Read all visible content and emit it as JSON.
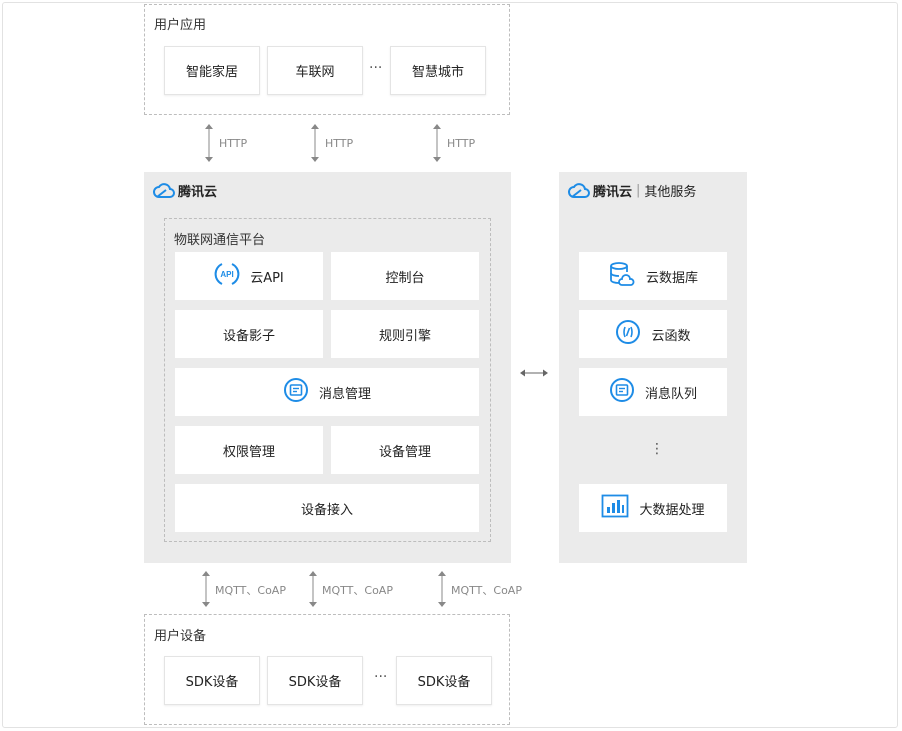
{
  "user_apps": {
    "title": "用户应用",
    "items": [
      "智能家居",
      "车联网",
      "智慧城市"
    ],
    "ellipsis": "···"
  },
  "top_protocol": [
    "HTTP",
    "HTTP",
    "HTTP"
  ],
  "tencent_cloud": {
    "brand": "腾讯云",
    "platform_title": "物联网通信平台",
    "cells": {
      "cloud_api": "云API",
      "api_badge": "API",
      "console": "控制台",
      "device_shadow": "设备影子",
      "rule_engine": "规则引擎",
      "message_mgmt": "消息管理",
      "permission_mgmt": "权限管理",
      "device_mgmt": "设备管理",
      "device_access": "设备接入"
    }
  },
  "other_services": {
    "brand": "腾讯云",
    "separator": "|",
    "subtitle": "其他服务",
    "items": [
      "云数据库",
      "云函数",
      "消息队列",
      "大数据处理"
    ],
    "ellipsis": "⋮"
  },
  "bottom_protocol": [
    "MQTT、CoAP",
    "MQTT、CoAP",
    "MQTT、CoAP"
  ],
  "user_devices": {
    "title": "用户设备",
    "items": [
      "SDK设备",
      "SDK设备",
      "SDK设备"
    ],
    "ellipsis": "···"
  },
  "colors": {
    "accent": "#1e8ce6",
    "panel": "#ebebeb",
    "arrow": "#888888"
  }
}
